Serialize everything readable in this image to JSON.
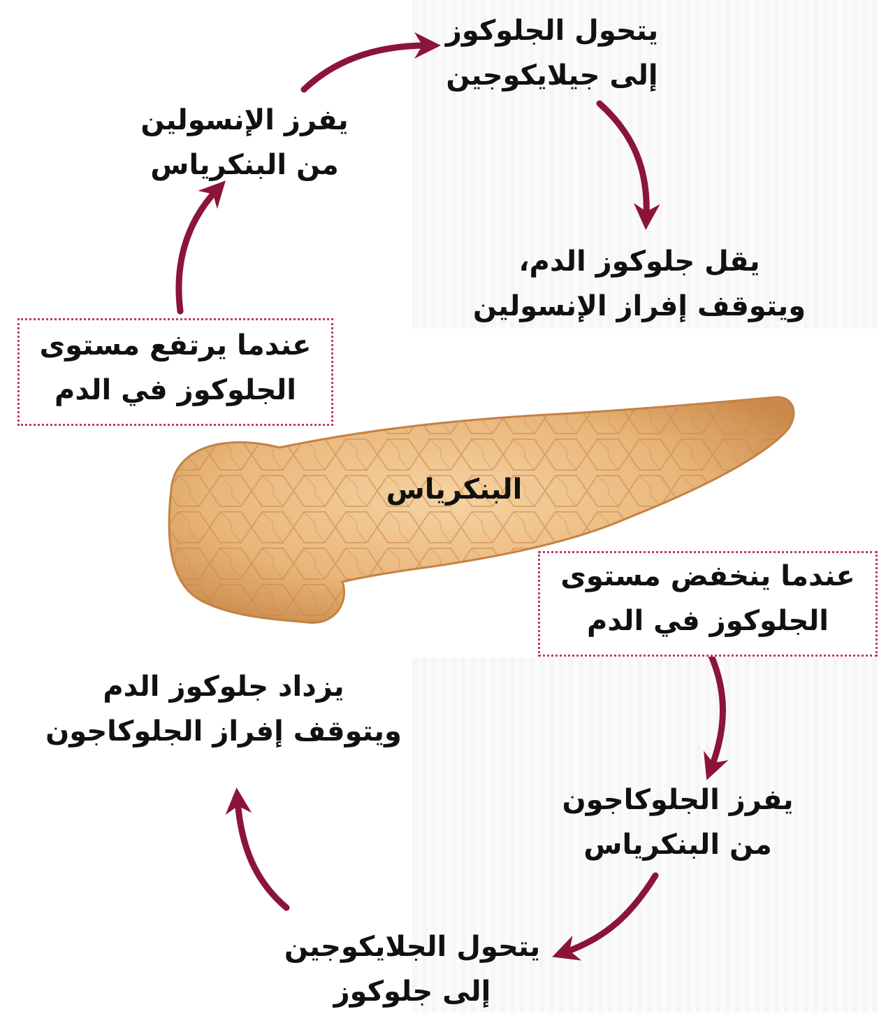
{
  "organ_label": "البنكرياس",
  "high_glucose": {
    "trigger": [
      "عندما يرتفع مستوى",
      "الجلوكوز في الدم"
    ],
    "step1": [
      "يفرز الإنسولين",
      "من البنكرياس"
    ],
    "step2": [
      "يتحول الجلوكوز",
      "إلى جيلايكوجين"
    ],
    "step3": [
      "يقل جلوكوز الدم،",
      "ويتوقف إفراز الإنسولين"
    ]
  },
  "low_glucose": {
    "trigger": [
      "عندما ينخفض مستوى",
      "الجلوكوز في الدم"
    ],
    "step1": [
      "يفرز الجلوكاجون",
      "من البنكرياس"
    ],
    "step2": [
      "يتحول الجلايكوجين",
      "إلى جلوكوز"
    ],
    "step3": [
      "يزداد جلوكوز الدم",
      "ويتوقف إفراز الجلوكاجون"
    ]
  },
  "colors": {
    "arrow": "#8b1538",
    "box_border": "#c0396b",
    "organ_fill": "#e9b67a"
  }
}
